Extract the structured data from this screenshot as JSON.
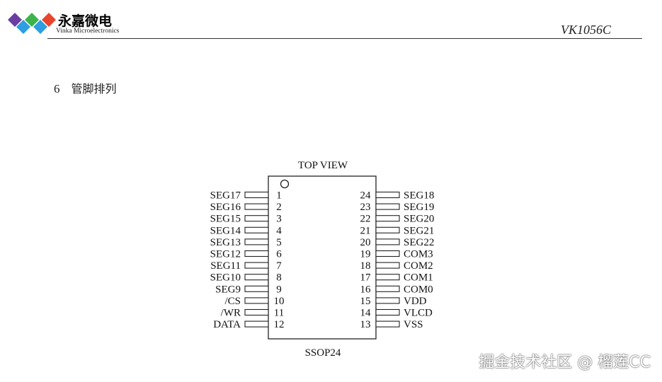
{
  "header": {
    "brand_cn": "永嘉微电",
    "brand_en": "Vinka Microelectronics",
    "doc_id": "VK1056C",
    "logo_colors": [
      "#6a3ea1",
      "#2e9ee0",
      "#3cb44b",
      "#e8452c"
    ]
  },
  "section": {
    "number": "6",
    "title": "管脚排列"
  },
  "diagram": {
    "top_label": "TOP VIEW",
    "package": "SSOP24",
    "left_pins": [
      {
        "num": "1",
        "name": "SEG17"
      },
      {
        "num": "2",
        "name": "SEG16"
      },
      {
        "num": "3",
        "name": "SEG15"
      },
      {
        "num": "4",
        "name": "SEG14"
      },
      {
        "num": "5",
        "name": "SEG13"
      },
      {
        "num": "6",
        "name": "SEG12"
      },
      {
        "num": "7",
        "name": "SEG11"
      },
      {
        "num": "8",
        "name": "SEG10"
      },
      {
        "num": "9",
        "name": "SEG9"
      },
      {
        "num": "10",
        "name": "/CS"
      },
      {
        "num": "11",
        "name": "/WR"
      },
      {
        "num": "12",
        "name": "DATA"
      }
    ],
    "right_pins": [
      {
        "num": "24",
        "name": "SEG18"
      },
      {
        "num": "23",
        "name": "SEG19"
      },
      {
        "num": "22",
        "name": "SEG20"
      },
      {
        "num": "21",
        "name": "SEG21"
      },
      {
        "num": "20",
        "name": "SEG22"
      },
      {
        "num": "19",
        "name": "COM3"
      },
      {
        "num": "18",
        "name": "COM2"
      },
      {
        "num": "17",
        "name": "COM1"
      },
      {
        "num": "16",
        "name": "COM0"
      },
      {
        "num": "15",
        "name": "VDD"
      },
      {
        "num": "14",
        "name": "VLCD"
      },
      {
        "num": "13",
        "name": "VSS"
      }
    ]
  },
  "watermark": "掘金技术社区 @ 榴莲CC"
}
